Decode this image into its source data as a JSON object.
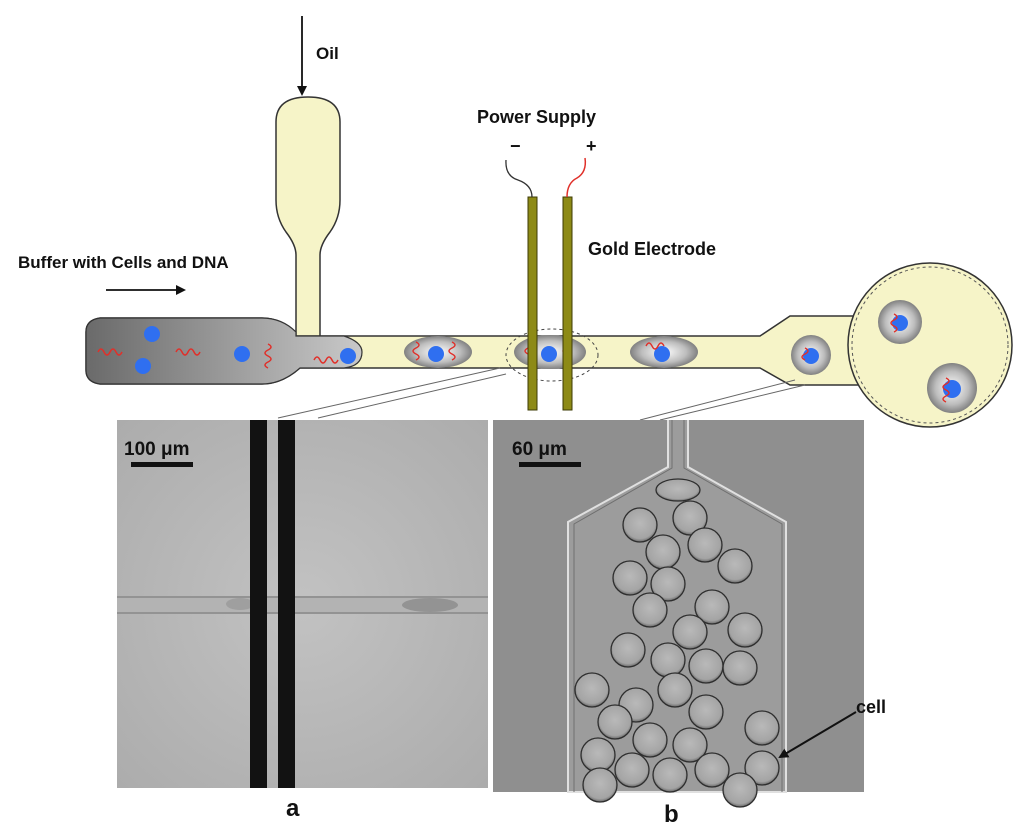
{
  "labels": {
    "oil": "Oil",
    "power_supply": "Power Supply",
    "minus": "−",
    "plus": "+",
    "gold_electrode": "Gold Electrode",
    "buffer": "Buffer with Cells and DNA",
    "cell": "cell"
  },
  "panels": {
    "a": {
      "label": "a",
      "scale_bar": "100 μm"
    },
    "b": {
      "label": "b",
      "scale_bar": "60 μm"
    }
  },
  "colors": {
    "channel_fill": "#f6f4c8",
    "electrode": "#8d8a16",
    "cell_nucleus": "#2f6ff0",
    "dna": "#e0302a"
  }
}
